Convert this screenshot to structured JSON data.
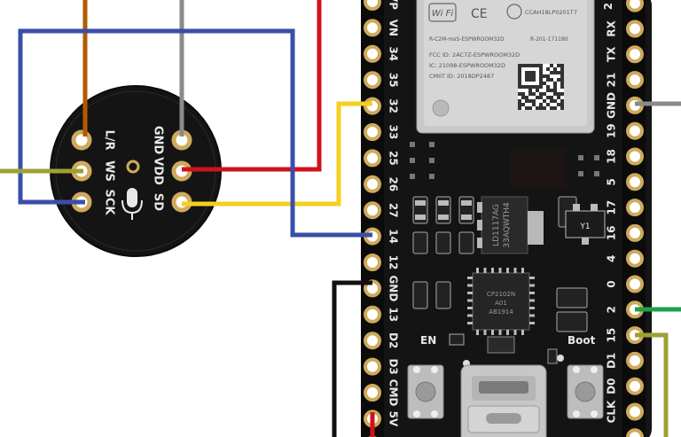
{
  "colors": {
    "wire_brown": "#b35a00",
    "wire_gray": "#8a8a8a",
    "wire_red": "#d0121b",
    "wire_blue": "#3a4ea8",
    "wire_yellow": "#f5cf1e",
    "wire_olive": "#9ea032",
    "wire_black": "#111111",
    "wire_green": "#1ca04a",
    "pcb_black": "#141414",
    "gold": "#cfaa5c",
    "silk": "#e8e8e8"
  },
  "microphone": {
    "left_labels": [
      "L/R",
      "WS",
      "SCK"
    ],
    "right_labels": [
      "GND",
      "VDD",
      "SD"
    ]
  },
  "board": {
    "module_text": [
      "Wi Fi",
      "CE",
      "CCAH18LP0201T7",
      "R-C2M-msS-ESPWROOM32D",
      "R-201-171180",
      "FCC ID: 2AC7Z-ESPWROOM32D",
      "IC: 21098-ESPWROOM32D",
      "CMIIT ID: 2018DP2487"
    ],
    "left_pins": [
      "VP",
      "VN",
      "34",
      "35",
      "32",
      "33",
      "25",
      "26",
      "27",
      "14",
      "12",
      "GND",
      "13",
      "D2",
      "D3",
      "CMD",
      "5V"
    ],
    "right_pins": [
      "RX",
      "TX",
      "21",
      "GND",
      "19",
      "18",
      "5",
      "17",
      "16",
      "4",
      "0",
      "2",
      "15",
      "D1",
      "D0",
      "CLK"
    ],
    "right_pin_top_partial": "2",
    "regulator_text": [
      "LD1117AG",
      "33AQWTH4"
    ],
    "usb_chip_text": [
      "CP2102N",
      "A01",
      "AB1914"
    ],
    "y1_label": "Y1",
    "en_label": "EN",
    "boot_label": "Boot"
  }
}
